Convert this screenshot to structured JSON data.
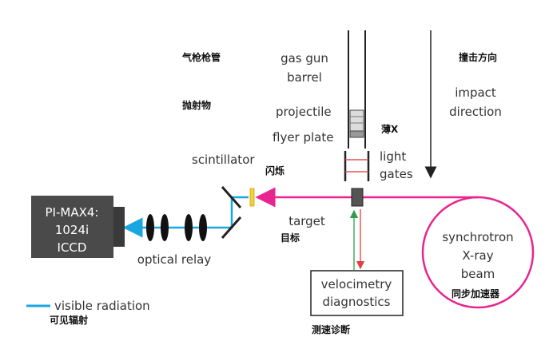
{
  "labels": {
    "zh_gas_gun_barrel": "气枪枪管",
    "gas_gun": "gas gun",
    "barrel": "barrel",
    "zh_impact_direction": "撞击方向",
    "impact": "impact",
    "direction": "direction",
    "zh_projectile": "抛射物",
    "projectile": "projectile",
    "flyer_plate": "flyer plate",
    "zh_thin_x": "薄X",
    "light": "light",
    "gates": "gates",
    "scintillator": "scintillator",
    "zh_scintillator": "闪烁",
    "pimax_line1": "PI-MAX4:",
    "pimax_line2": "1024i",
    "pimax_line3": "ICCD",
    "target": "target",
    "zh_target": "目标",
    "optical_relay": "optical relay",
    "synchrotron": "synchrotron",
    "xray": "X-ray",
    "beam": "beam",
    "zh_synchrotron": "同步加速器",
    "velocimetry": "velocimetry",
    "diagnostics": "diagnostics",
    "zh_velocimetry": "测速诊断",
    "visible_radiation": "visible radiation",
    "zh_visible_radiation": "可见辐射"
  },
  "colors": {
    "xray_beam": "#e8248f",
    "visible_radiation": "#1aa6e0",
    "camera_body": "#4a4a4a",
    "scintillator": "#f4d03f",
    "velocimetry_green": "#2e9e4e",
    "velocimetry_red": "#e04040",
    "light_gate_red": "#e05050",
    "lens": "#111111"
  }
}
